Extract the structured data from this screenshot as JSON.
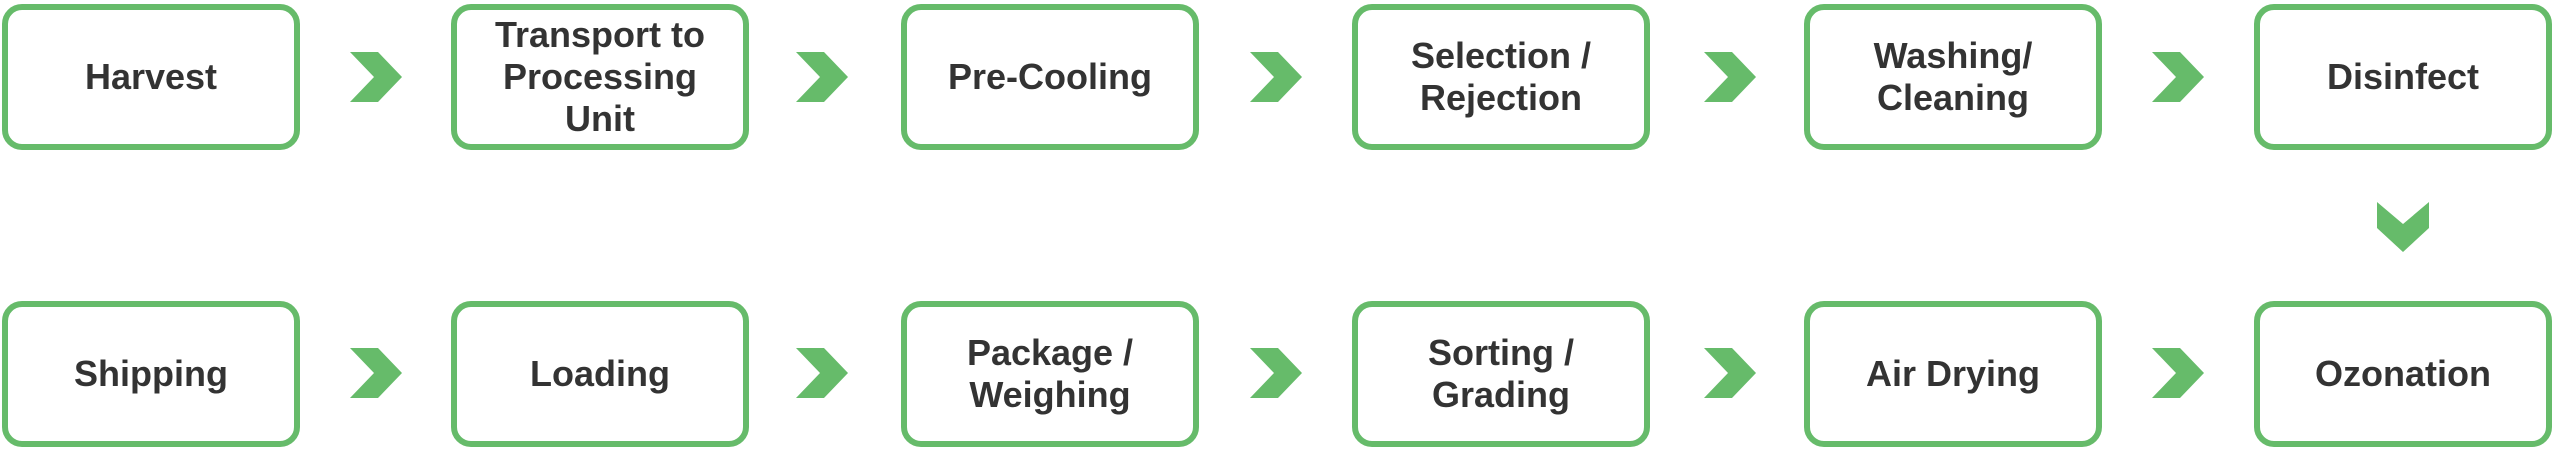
{
  "accent_color": "#66bb6a",
  "text_color": "#333333",
  "steps": [
    {
      "label": "Harvest"
    },
    {
      "label": "Transport to\nProcessing\nUnit"
    },
    {
      "label": "Pre-Cooling"
    },
    {
      "label": "Selection /\nRejection"
    },
    {
      "label": "Washing/\nCleaning"
    },
    {
      "label": "Disinfect"
    },
    {
      "label": "Shipping"
    },
    {
      "label": "Loading"
    },
    {
      "label": "Package /\nWeighing"
    },
    {
      "label": "Sorting /\nGrading"
    },
    {
      "label": "Air Drying"
    },
    {
      "label": "Ozonation"
    }
  ],
  "arrow_icon": "chevron-right-icon",
  "down_arrow_icon": "chevron-down-icon"
}
